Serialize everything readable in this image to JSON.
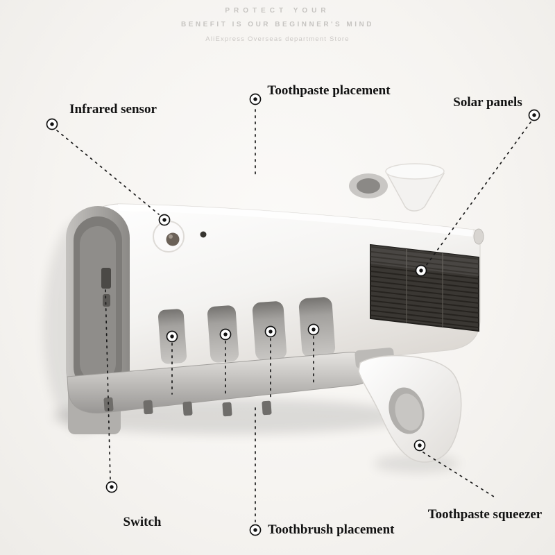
{
  "header": {
    "line1": "PROTECT YOUR",
    "line2": "BENEFIT IS OUR BEGINNER'S MIND",
    "line3": "AliExpress Overseas department Store"
  },
  "callouts": {
    "infrared_sensor": "Infrared sensor",
    "toothpaste_placement": "Toothpaste placement",
    "solar_panels": "Solar panels",
    "switch": "Switch",
    "toothbrush_placement": "Toothbrush placement",
    "toothpaste_squeezer": "Toothpaste squeezer"
  },
  "colors": {
    "label_text": "#121212",
    "header_text": "#c6c4c1",
    "marker_outline": "#111111",
    "solar_panel": "#3a3733",
    "device_body": "#f4f3f1"
  }
}
